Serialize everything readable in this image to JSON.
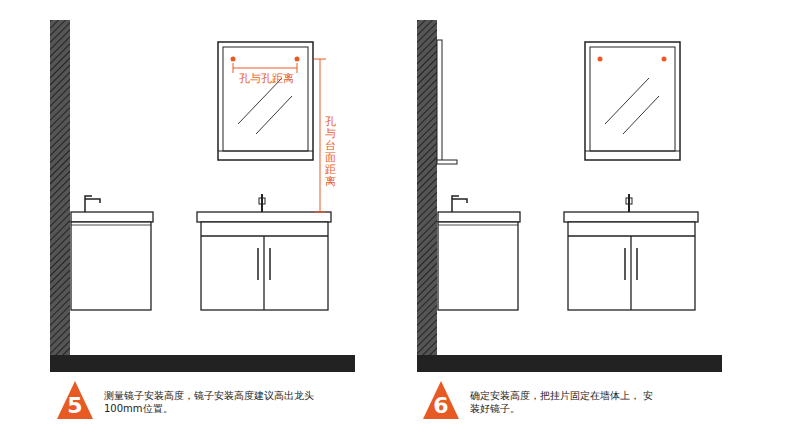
{
  "diagram": {
    "nodes": [
      {
        "text": [
          "5"
        ]
      },
      {
        "text": [
          "6"
        ]
      }
    ],
    "labels": [
      "孔与孔距离",
      "孔与台面距离",
      "测量镜子安装高度，镜子安装高度建议高出龙头 100mm位置。",
      "确定安装高度，把挂片固定在墙体上， 安装好镜子。"
    ]
  }
}
